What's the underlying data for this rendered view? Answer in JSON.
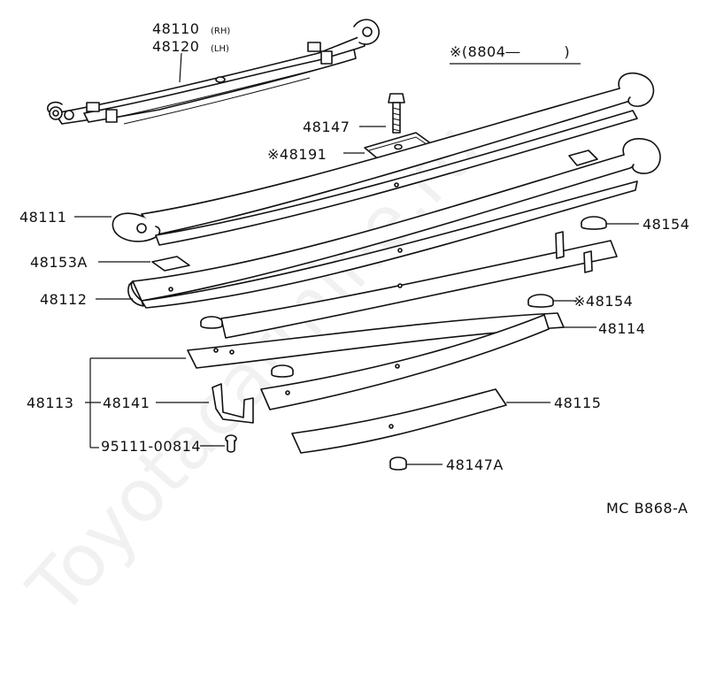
{
  "labels": {
    "l48110": "48110",
    "l48110_side": "(RH)",
    "l48120": "48120",
    "l48120_side": "(LH)",
    "l48147": "48147",
    "l48191": "※48191",
    "note": "※(8804―　　　)",
    "l48111": "48111",
    "l48154_top": "48154",
    "l48153a": "48153A",
    "l48112": "48112",
    "l48154_mid": "※48154",
    "l48114": "48114",
    "l48113": "48113",
    "l48141": "48141",
    "l48115": "48115",
    "l95111": "95111-00814",
    "l48147a": "48147A",
    "code": "MC  B868-A"
  },
  "watermark": "Toyotacarmine.ru"
}
